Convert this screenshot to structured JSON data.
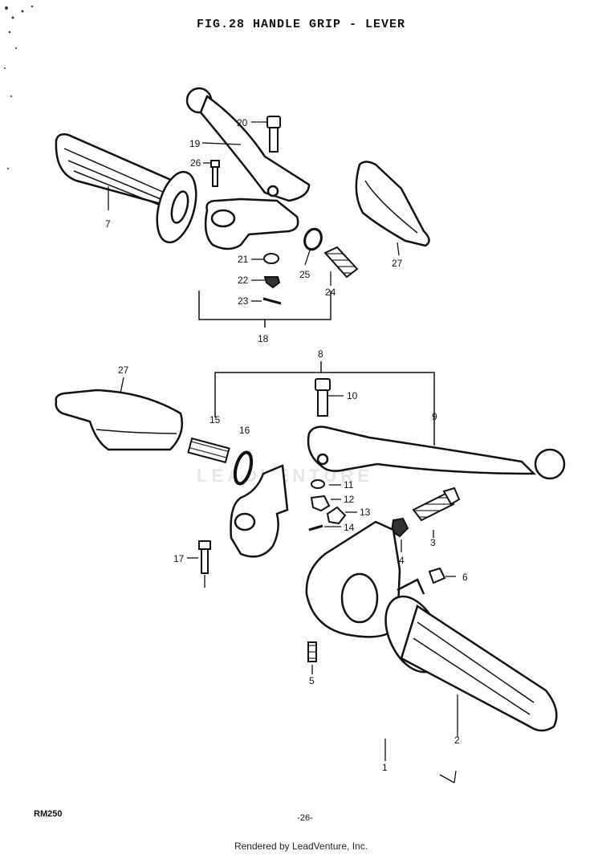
{
  "title": "FIG.28  HANDLE GRIP - LEVER",
  "footer": {
    "model": "RM250",
    "page_number": "-26-",
    "credit": "Rendered by LeadVenture, Inc."
  },
  "watermark": "LEADVENTURE",
  "labels": {
    "p1": "1",
    "p2": "2",
    "p3": "3",
    "p4": "4",
    "p5": "5",
    "p6": "6",
    "p7": "7",
    "p8": "8",
    "p9": "9",
    "p10": "10",
    "p11": "11",
    "p12": "12",
    "p13": "13",
    "p14": "14",
    "p15": "15",
    "p16": "16",
    "p17": "17",
    "p18": "18",
    "p19": "19",
    "p20": "20",
    "p21": "21",
    "p22": "22",
    "p23": "23",
    "p24": "24",
    "p25": "25",
    "p26": "26",
    "p27a": "27",
    "p27b": "27"
  },
  "colors": {
    "ink": "#111111",
    "paper": "#ffffff"
  }
}
